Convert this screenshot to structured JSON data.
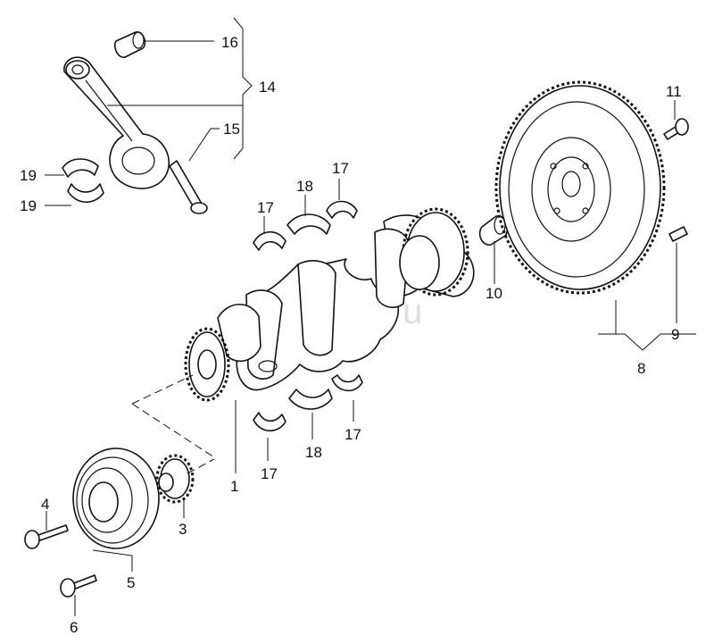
{
  "watermark": "vagusc.ru",
  "callouts": {
    "c1": "1",
    "c3": "3",
    "c4": "4",
    "c5": "5",
    "c6": "6",
    "c8": "8",
    "c9": "9",
    "c10": "10",
    "c11": "11",
    "c14": "14",
    "c15": "15",
    "c16": "16",
    "c17a": "17",
    "c17b": "17",
    "c17c": "17",
    "c17d": "17",
    "c18a": "18",
    "c18b": "18",
    "c19a": "19",
    "c19b": "19"
  }
}
